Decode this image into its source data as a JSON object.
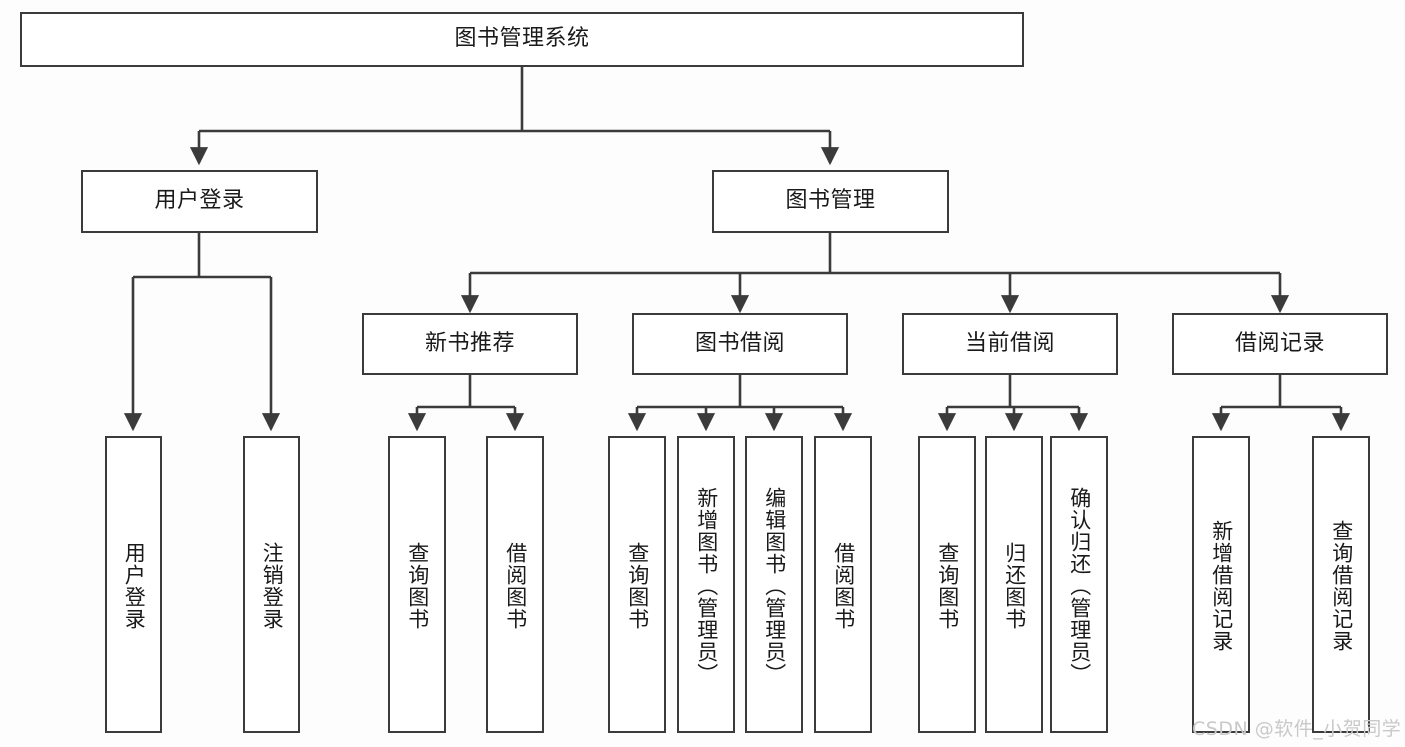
{
  "diagram": {
    "title": "图书管理系统",
    "type": "tree",
    "orientation": "top-down",
    "root": {
      "id": "root",
      "label": "图书管理系统"
    },
    "level1": [
      {
        "id": "user-login",
        "label": "用户登录"
      },
      {
        "id": "book-manage",
        "label": "图书管理"
      }
    ],
    "level2": [
      {
        "id": "new-book-recommend",
        "label": "新书推荐",
        "parent": "book-manage"
      },
      {
        "id": "book-borrow",
        "label": "图书借阅",
        "parent": "book-manage"
      },
      {
        "id": "current-borrow",
        "label": "当前借阅",
        "parent": "book-manage"
      },
      {
        "id": "borrow-record",
        "label": "借阅记录",
        "parent": "book-manage"
      }
    ],
    "leaves": [
      {
        "id": "leaf-user-login",
        "label": "用户登录",
        "parent": "user-login"
      },
      {
        "id": "leaf-user-logout",
        "label": "注销登录",
        "parent": "user-login"
      },
      {
        "id": "leaf-query-book-1",
        "label": "查询图书",
        "parent": "new-book-recommend"
      },
      {
        "id": "leaf-borrow-book-1",
        "label": "借阅图书",
        "parent": "new-book-recommend"
      },
      {
        "id": "leaf-query-book-2",
        "label": "查询图书",
        "parent": "book-borrow"
      },
      {
        "id": "leaf-add-book",
        "label": "新增图书（管理员）",
        "parent": "book-borrow"
      },
      {
        "id": "leaf-edit-book",
        "label": "编辑图书（管理员）",
        "parent": "book-borrow"
      },
      {
        "id": "leaf-borrow-book-2",
        "label": "借阅图书",
        "parent": "book-borrow"
      },
      {
        "id": "leaf-query-book-3",
        "label": "查询图书",
        "parent": "current-borrow"
      },
      {
        "id": "leaf-return-book",
        "label": "归还图书",
        "parent": "current-borrow"
      },
      {
        "id": "leaf-confirm-return",
        "label": "确认归还（管理员）",
        "parent": "current-borrow"
      },
      {
        "id": "leaf-add-record",
        "label": "新增借阅记录",
        "parent": "borrow-record"
      },
      {
        "id": "leaf-query-record",
        "label": "查询借阅记录",
        "parent": "borrow-record"
      }
    ]
  },
  "watermark": {
    "text": "CSDN @软件_小贺同学",
    "color": "#c9c9c9"
  },
  "style": {
    "border_color": "#3b3b3b",
    "fill_color": "#ffffff",
    "text_color": "#1a1a1a",
    "background": "#fdfdfd"
  }
}
